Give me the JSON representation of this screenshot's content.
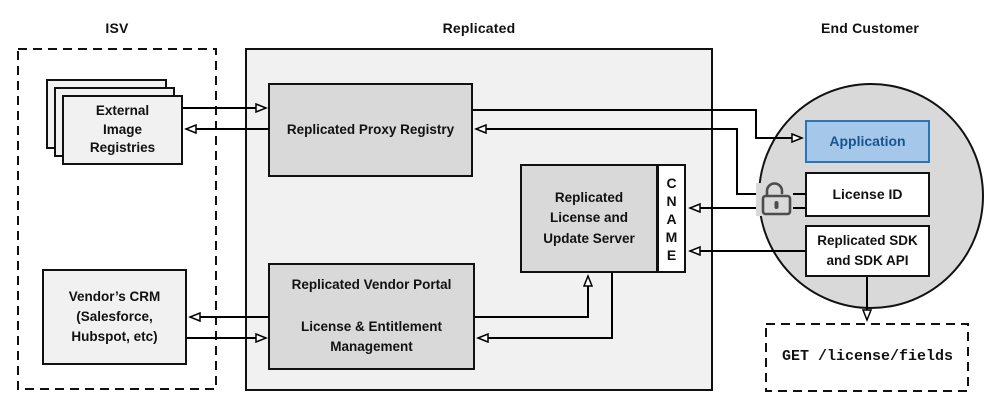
{
  "headers": {
    "isv": "ISV",
    "replicated": "Replicated",
    "end_customer": "End Customer"
  },
  "isv": {
    "external_registries_label": "External\nImage\nRegistries",
    "vendor_crm_label": "Vendor’s CRM\n(Salesforce,\nHubspot, etc)"
  },
  "replicated": {
    "proxy_registry_label": "Replicated Proxy Registry",
    "license_update_server_label": "Replicated\nLicense and\nUpdate Server",
    "cname_label": "CNAME",
    "vendor_portal_label": "Replicated Vendor Portal\n\nLicense & Entitlement\nManagement"
  },
  "end_customer": {
    "application_label": "Application",
    "license_id_label": "License ID",
    "sdk_label": "Replicated SDK\nand SDK API",
    "api_request_label": "GET /license/fields"
  },
  "icons": {
    "unlock_icon": "unlocked-padlock"
  },
  "colors": {
    "panel_fill": "#f1f1f1",
    "node_fill": "#d9d9d9",
    "circle_fill": "#d9d9d9",
    "light_node_fill": "#f1f1f1",
    "application_fill": "#a5c8ea",
    "application_border": "#2e74b5",
    "application_text": "#17568c",
    "line": "#000000",
    "lock_stroke": "#4d4d4d"
  }
}
